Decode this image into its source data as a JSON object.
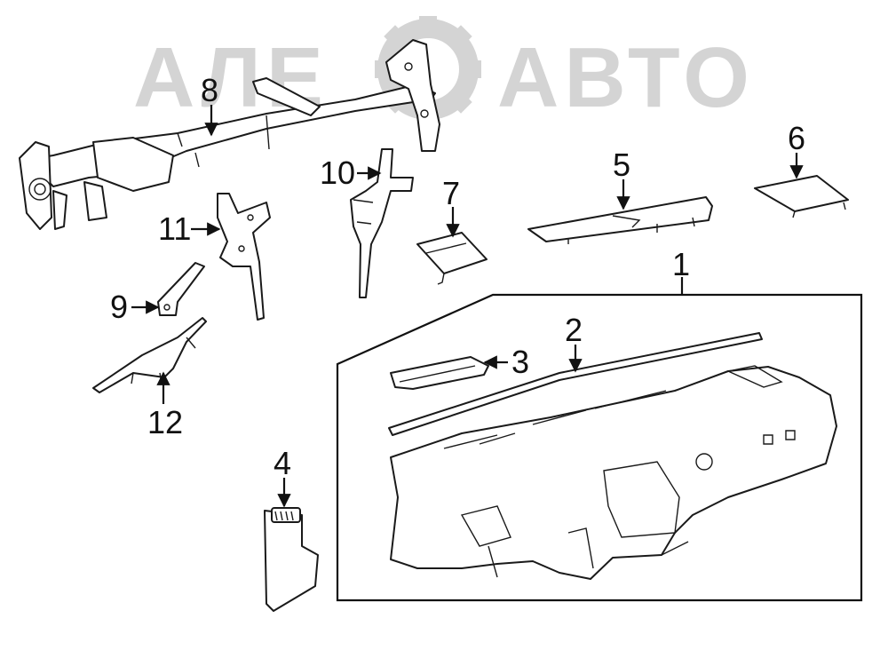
{
  "watermark": {
    "text_left": "АЛЕ",
    "text_right": "АВТО",
    "color": "#d4d4d4"
  },
  "callouts": {
    "c1": "1",
    "c2": "2",
    "c3": "3",
    "c4": "4",
    "c5": "5",
    "c6": "6",
    "c7": "7",
    "c8": "8",
    "c9": "9",
    "c10": "10",
    "c11": "11",
    "c12": "12"
  },
  "colors": {
    "line": "#1a1a1a",
    "background": "#ffffff"
  }
}
